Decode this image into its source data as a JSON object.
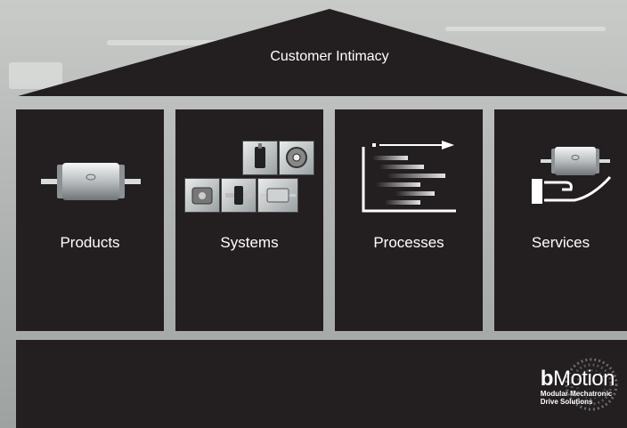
{
  "roof": {
    "label": "Customer Intimacy"
  },
  "pillars": [
    {
      "label": "Products"
    },
    {
      "label": "Systems"
    },
    {
      "label": "Processes"
    },
    {
      "label": "Services"
    }
  ],
  "logo": {
    "brand_bold": "b",
    "brand_rest": "Motion",
    "tagline_line1": "Modular Mechatronic",
    "tagline_line2": "Drive Solutions"
  },
  "colors": {
    "panel": "#231f20",
    "text": "#ffffff"
  }
}
